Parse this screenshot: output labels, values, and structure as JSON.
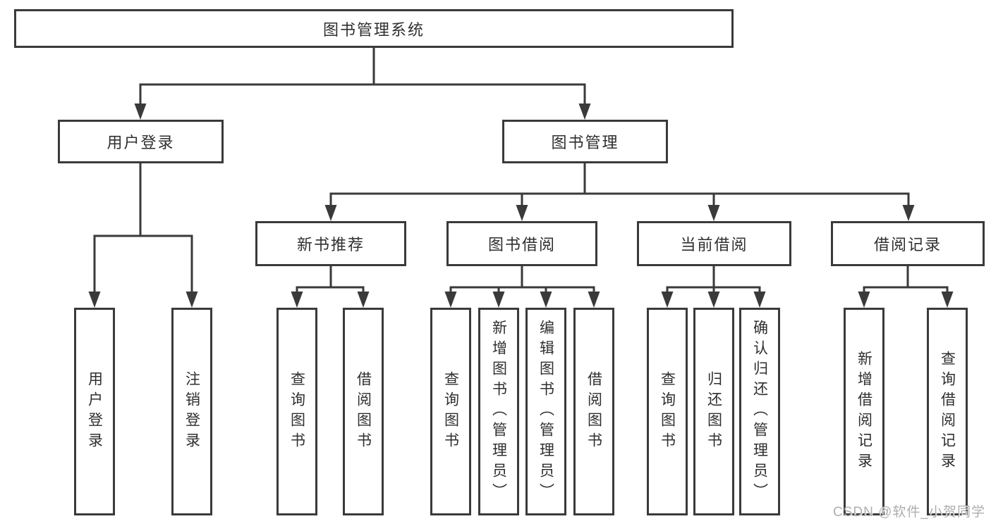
{
  "diagram": {
    "root": {
      "label": "图书管理系统"
    },
    "level2": [
      {
        "label": "用户登录"
      },
      {
        "label": "图书管理"
      }
    ],
    "level3": [
      {
        "label": "新书推荐"
      },
      {
        "label": "图书借阅"
      },
      {
        "label": "当前借阅"
      },
      {
        "label": "借阅记录"
      }
    ],
    "leaves": {
      "user_login": [
        "用户登录",
        "注销登录"
      ],
      "new_book": [
        "查询图书",
        "借阅图书"
      ],
      "book_borrow": [
        "查询图书",
        "新增图书（管理员）",
        "编辑图书（管理员）",
        "借阅图书"
      ],
      "current_borrow": [
        "查询图书",
        "归还图书",
        "确认归还（管理员）"
      ],
      "borrow_records": [
        "新增借阅记录",
        "查询借阅记录"
      ]
    }
  },
  "watermark": {
    "text": "CSDN @软件_小贺同学"
  },
  "colors": {
    "line": "#3a3a3a",
    "text": "#2f2f2f",
    "background": "#ffffff",
    "watermark": "#aeaeae"
  }
}
